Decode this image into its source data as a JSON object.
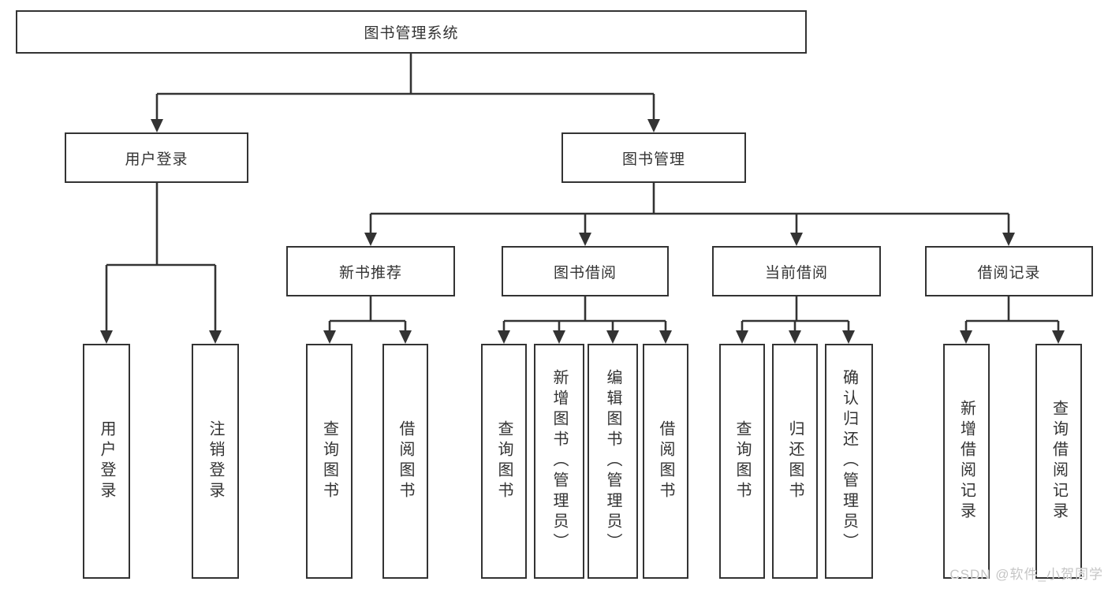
{
  "tree": {
    "label": "图书管理系统",
    "children": [
      {
        "label": "用户登录",
        "children": [
          {
            "label": "用户登录"
          },
          {
            "label": "注销登录"
          }
        ]
      },
      {
        "label": "图书管理",
        "children": [
          {
            "label": "新书推荐",
            "children": [
              {
                "label": "查询图书"
              },
              {
                "label": "借阅图书"
              }
            ]
          },
          {
            "label": "图书借阅",
            "children": [
              {
                "label": "查询图书"
              },
              {
                "label": "新增图书（管理员）"
              },
              {
                "label": "编辑图书（管理员）"
              },
              {
                "label": "借阅图书"
              }
            ]
          },
          {
            "label": "当前借阅",
            "children": [
              {
                "label": "查询图书"
              },
              {
                "label": "归还图书"
              },
              {
                "label": "确认归还（管理员）"
              }
            ]
          },
          {
            "label": "借阅记录",
            "children": [
              {
                "label": "新增借阅记录"
              },
              {
                "label": "查询借阅记录"
              }
            ]
          }
        ]
      }
    ]
  },
  "watermark": {
    "text": "CSDN @软件_小贺同学"
  },
  "colors": {
    "line": "#333333",
    "box_border": "#333333",
    "box_background": "#ffffff",
    "text": "#333333",
    "watermark": "#c5c5c5"
  }
}
